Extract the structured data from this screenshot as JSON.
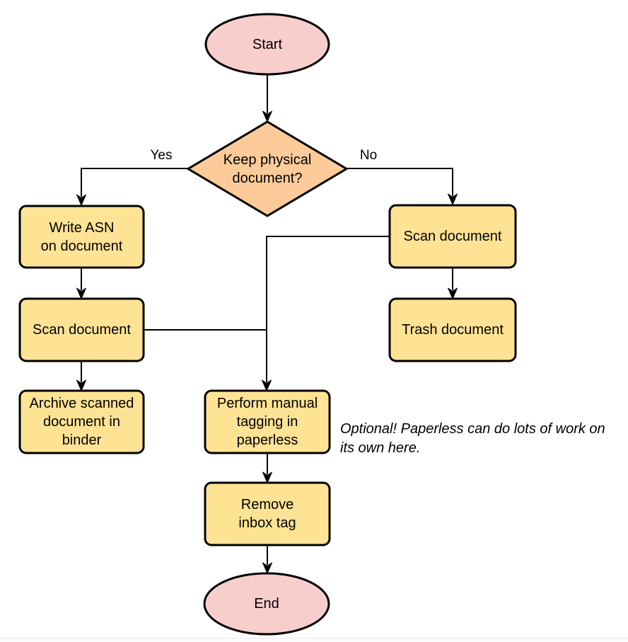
{
  "diagram": {
    "nodes": {
      "start": {
        "label": "Start",
        "type": "terminator"
      },
      "decision": {
        "label": "Keep physical\ndocument?",
        "type": "decision"
      },
      "write_asn": {
        "label": "Write ASN\non document",
        "type": "process"
      },
      "scan_left": {
        "label": "Scan document",
        "type": "process"
      },
      "archive": {
        "label": "Archive scanned\ndocument in\nbinder",
        "type": "process"
      },
      "scan_right": {
        "label": "Scan document",
        "type": "process"
      },
      "trash": {
        "label": "Trash document",
        "type": "process"
      },
      "tagging": {
        "label": "Perform manual\ntagging in\npaperless",
        "type": "process"
      },
      "remove_inbox": {
        "label": "Remove\ninbox tag",
        "type": "process"
      },
      "end": {
        "label": "End",
        "type": "terminator"
      }
    },
    "edge_labels": {
      "yes": "Yes",
      "no": "No"
    },
    "note": "Optional! Paperless can do lots of work on\nits own here.",
    "colors": {
      "terminator_fill": "#F8CECC",
      "decision_fill": "#FDCB99",
      "process_fill": "#FFE394",
      "stroke": "#000000"
    }
  }
}
